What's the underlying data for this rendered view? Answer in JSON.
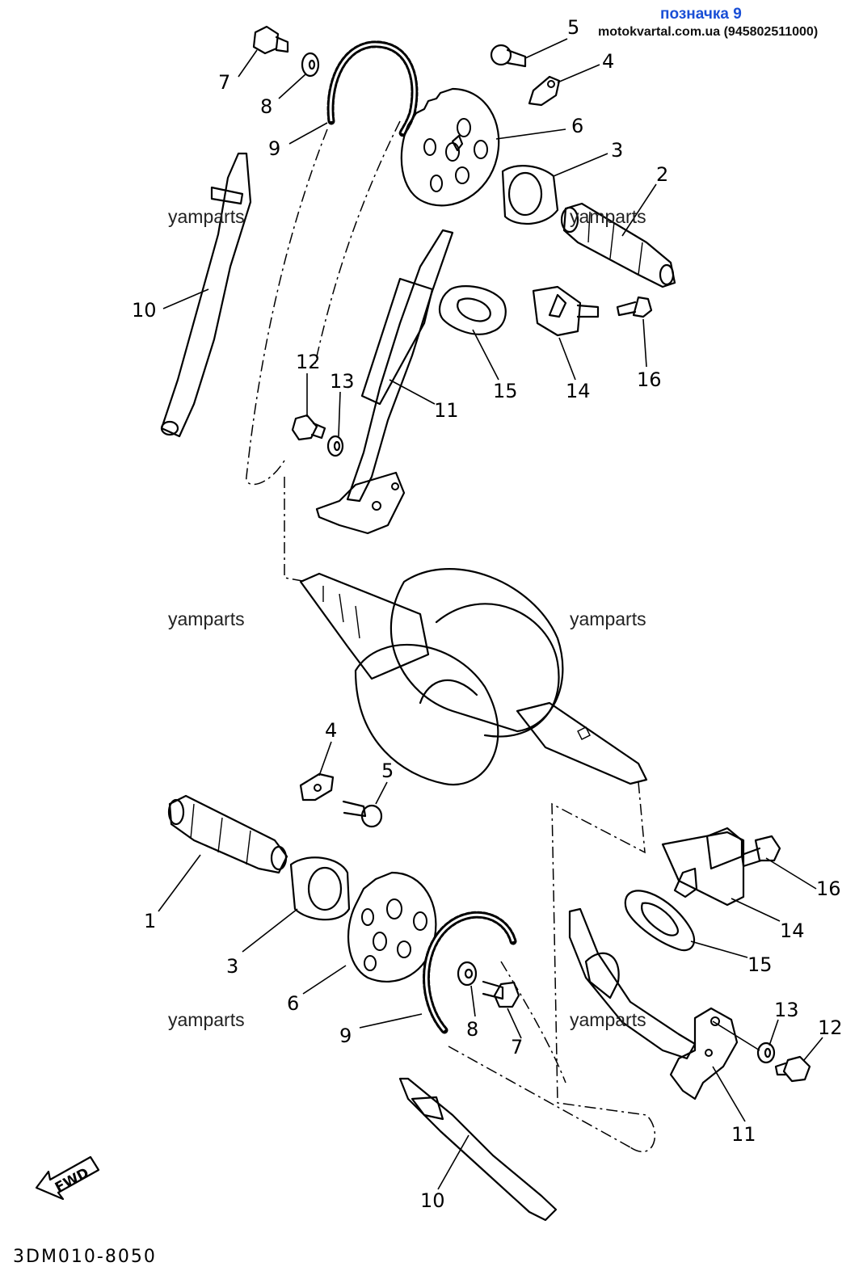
{
  "header": {
    "label": "позначка 9",
    "site": "motokvartal.com.ua (945802511000)"
  },
  "watermark": "yamparts",
  "diagram_code": "3DM010-8050",
  "fwd_label": "FWD",
  "callouts": {
    "p1": "1",
    "p2": "2",
    "p3": "3",
    "p4": "4",
    "p5": "5",
    "p6": "6",
    "p7": "7",
    "p8": "8",
    "p9": "9",
    "p10": "10",
    "p11": "11",
    "p12": "12",
    "p13": "13",
    "p14": "14",
    "p15": "15",
    "p16": "16"
  }
}
